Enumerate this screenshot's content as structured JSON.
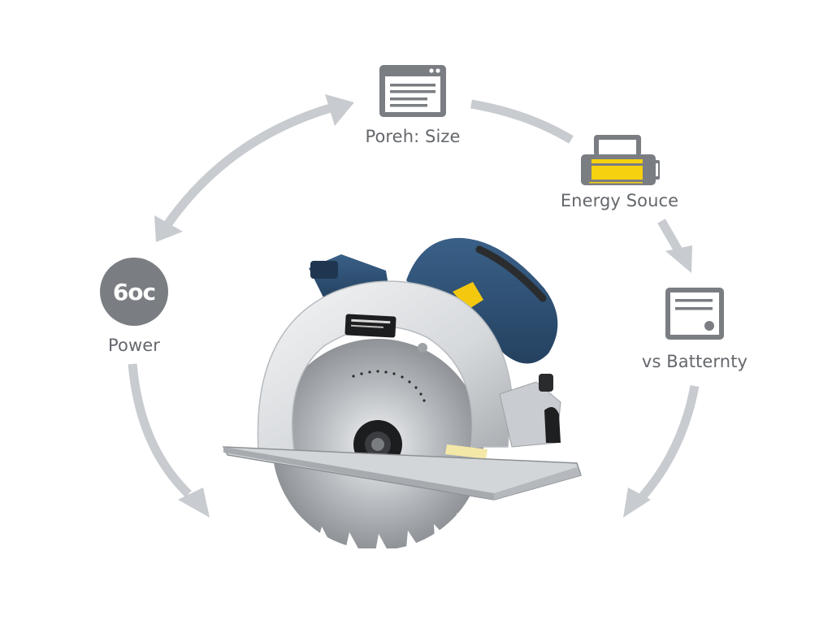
{
  "diagram": {
    "type": "cycle",
    "colors": {
      "background": "#ffffff",
      "arrow": "#c8cbcf",
      "icon": "#7a7d82",
      "label": "#64676c",
      "battery_fill": "#f5d10f",
      "saw_body_blue": "#2f5275",
      "saw_trigger_yellow": "#f3c80e",
      "saw_guard_silver": "#d9dcdf"
    },
    "nodes": [
      {
        "id": "size",
        "label": "Poreh: Size",
        "icon": "browser-window-icon"
      },
      {
        "id": "energy",
        "label": "Energy Souce",
        "icon": "battery-icon"
      },
      {
        "id": "battery",
        "label": "vs Batternty",
        "icon": "card-window-icon"
      },
      {
        "id": "power",
        "label": "Power",
        "icon": "power-badge-icon",
        "icon_text": "6oc"
      }
    ],
    "center": {
      "label": "circular-saw",
      "display_text": ""
    },
    "edges": [
      {
        "from": "power",
        "to": "size",
        "style": "double-headed curved arrow"
      },
      {
        "from": "size",
        "to": "energy",
        "style": "curved line"
      },
      {
        "from": "energy",
        "to": "battery",
        "style": "short arrow"
      },
      {
        "from": "battery",
        "to": "bottom-right",
        "style": "curved arrow"
      },
      {
        "from": "power",
        "to": "bottom-left",
        "style": "curved arrow"
      }
    ]
  }
}
